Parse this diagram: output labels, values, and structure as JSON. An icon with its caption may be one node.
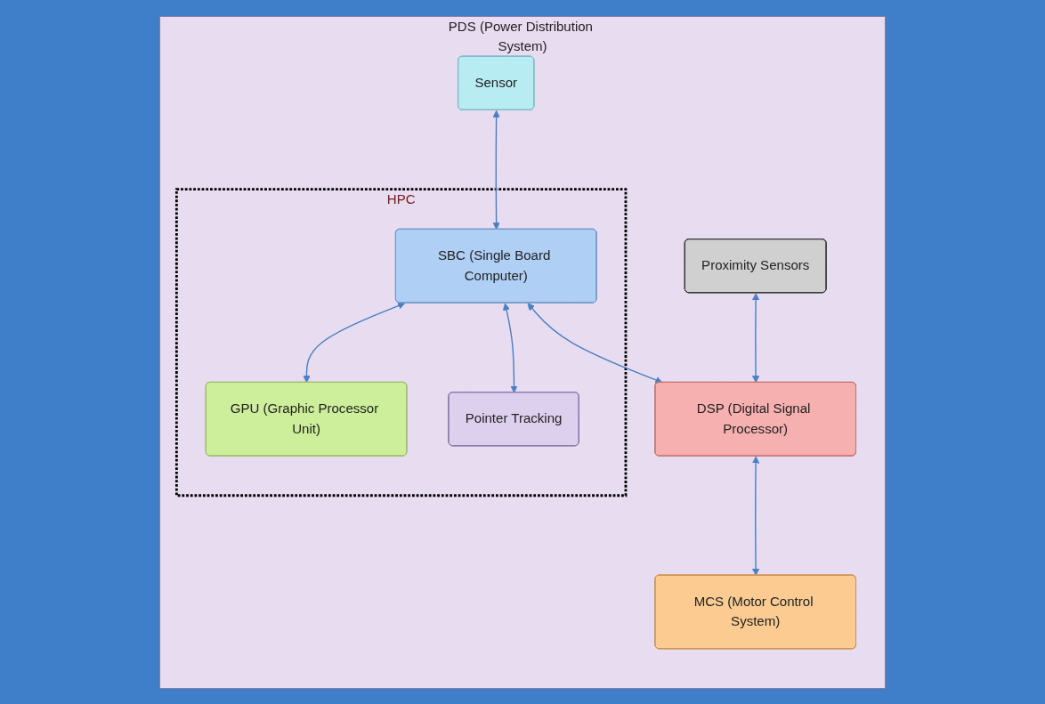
{
  "diagram": {
    "nodes": [
      {
        "text": [
          "PDS (Power Distribution System)"
        ]
      },
      {
        "text": [
          "HPC"
        ],
        "in": 0
      },
      {
        "text": [
          "Sensor"
        ],
        "in": 0
      },
      {
        "text": [
          "SBC (Single Board Computer)"
        ],
        "in": 1
      },
      {
        "text": [
          "GPU (Graphic Processor Unit)"
        ],
        "in": 1
      },
      {
        "text": [
          "Pointer Tracking"
        ],
        "in": 1
      },
      {
        "text": [
          "Proximity Sensors"
        ],
        "in": 0
      },
      {
        "text": [
          "DSP (Digital Signal Processor)"
        ],
        "in": 0
      },
      {
        "text": [
          "MCS (Motor Control System)"
        ],
        "in": 0
      }
    ],
    "edges": [
      {
        "from": 2,
        "to": 3,
        "arrow": "both"
      },
      {
        "from": 3,
        "to": 4,
        "arrow": "both"
      },
      {
        "from": 3,
        "to": 5,
        "arrow": "both"
      },
      {
        "from": 3,
        "to": 7,
        "arrow": "both"
      },
      {
        "from": 6,
        "to": 7,
        "arrow": "both"
      },
      {
        "from": 7,
        "to": 8,
        "arrow": "both"
      }
    ]
  }
}
